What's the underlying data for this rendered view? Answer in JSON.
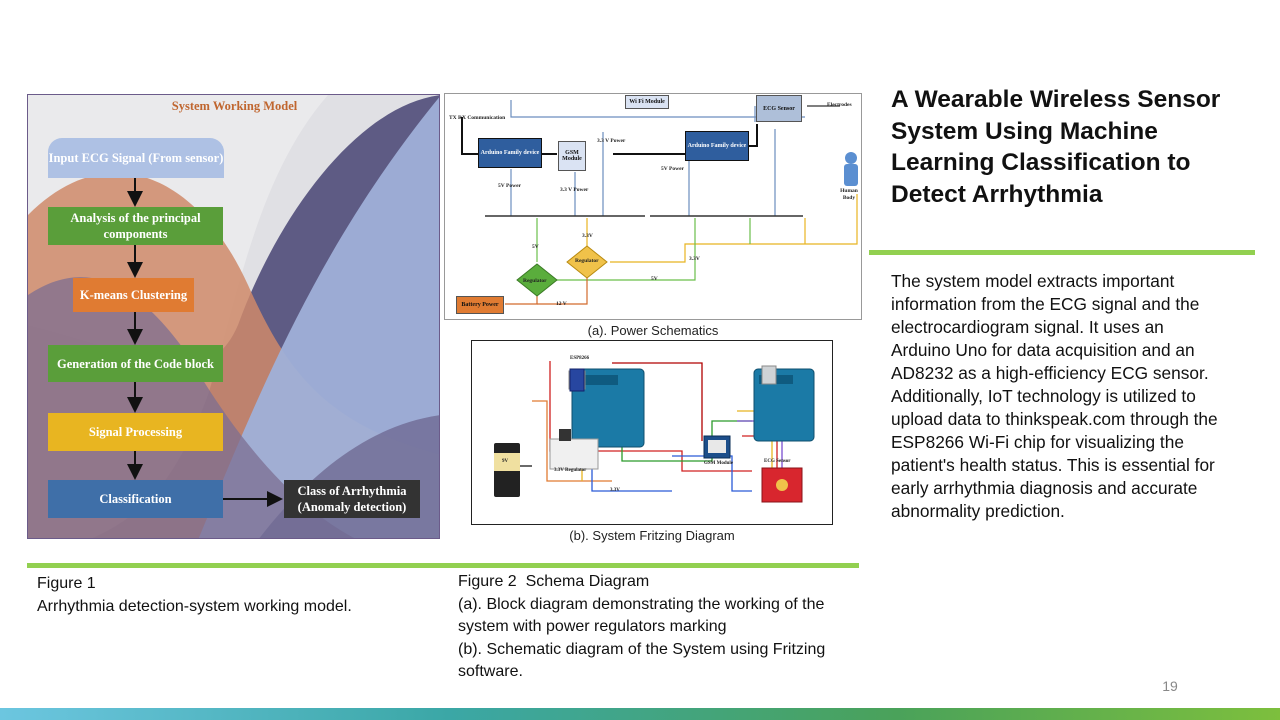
{
  "slide": {
    "title": "A Wearable Wireless Sensor System Using Machine Learning Classification to Detect Arrhythmia",
    "body": "The system model extracts important information from the ECG signal and the electrocardiogram signal. It uses an Arduino Uno for data acquisition and an AD8232 as a high-efficiency ECG sensor. Additionally, IoT technology is utilized to upload data to thinkspeak.com through the ESP8266 Wi-Fi chip for visualizing the patient's health status. This is essential for early arrhythmia diagnosis and accurate abnormality prediction.",
    "page_number": "19",
    "accent_color": "#92d050"
  },
  "figure1": {
    "title": "System Working Model",
    "steps": [
      "Input ECG Signal (From sensor)",
      "Analysis of the principal components",
      "K-means Clustering",
      "Generation of the Code block",
      "Signal Processing",
      "Classification"
    ],
    "output": "Class of Arrhythmia (Anomaly detection)",
    "caption_label": "Figure 1",
    "caption_text": "Arrhythmia detection-system working model."
  },
  "figure2": {
    "power": {
      "labels": {
        "wifi": "Wi Fi Module",
        "ecg": "ECG Sensor",
        "electrodes": "Electrodes",
        "txrx": "TX RX Communication",
        "arduino1": "Arduino Family device",
        "arduino2": "Arduino Family device",
        "gsm": "GSM Module",
        "p33v_power": "3.3 V Power",
        "p5v_power_a": "5V Power",
        "p5v_power_b": "5V Power",
        "p33v_power_b": "3.3 V Power",
        "human": "Human Body",
        "v5": "5V",
        "v33": "3.3V",
        "v33b": "3.3V",
        "v5b": "5V",
        "v12": "12 V",
        "regulator1": "Regulator",
        "regulator2": "Regulator",
        "battery": "Battery Power"
      },
      "caption": "(a). Power Schematics"
    },
    "fritzing": {
      "labels": {
        "esp": "ESP8266",
        "battery": "9V",
        "regulator": "3.3V Regulator",
        "gsm": "GSM Module",
        "ecg": "ECG Sensor",
        "v33": "3.3V"
      },
      "caption": "(b). System Fritzing Diagram"
    },
    "caption_label": "Figure 2  Schema Diagram",
    "caption_a": "(a). Block diagram demonstrating the working of the system with power regulators marking",
    "caption_b": "(b). Schematic diagram of the System using Fritzing software."
  }
}
